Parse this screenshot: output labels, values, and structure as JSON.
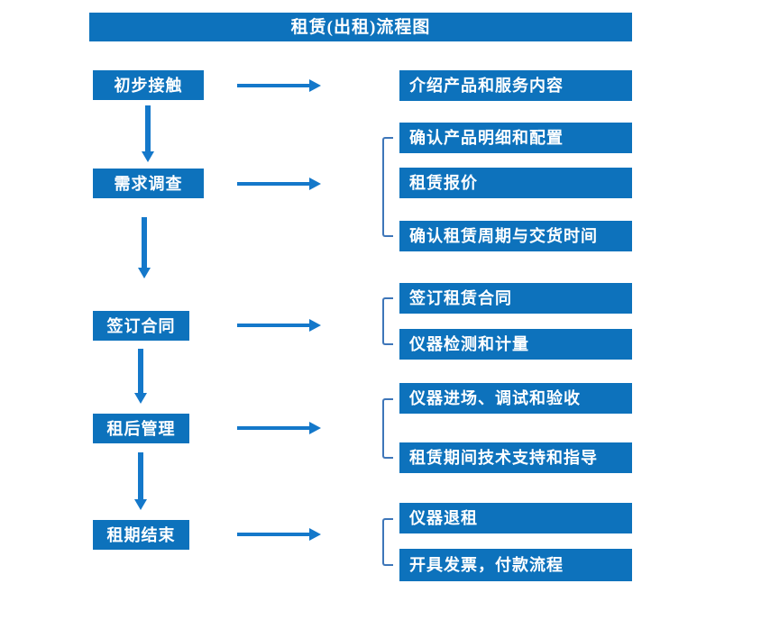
{
  "title": "租赁(出租)流程图",
  "colors": {
    "box_blue": "#0d72bc",
    "arrow_blue": "#1478ca",
    "bracket_blue": "#3e76b9",
    "text": "#ffffff",
    "background": "#ffffff"
  },
  "stages": [
    {
      "label": "初步接触",
      "details": [
        "介绍产品和服务内容"
      ]
    },
    {
      "label": "需求调查",
      "details": [
        "确认产品明细和配置",
        "租赁报价",
        "确认租赁周期与交货时间"
      ]
    },
    {
      "label": "签订合同",
      "details": [
        "签订租赁合同",
        "仪器检测和计量"
      ]
    },
    {
      "label": "租后管理",
      "details": [
        "仪器进场、调试和验收",
        "租赁期间技术支持和指导"
      ]
    },
    {
      "label": "租期结束",
      "details": [
        "仪器退租",
        "开具发票，付款流程"
      ]
    }
  ]
}
